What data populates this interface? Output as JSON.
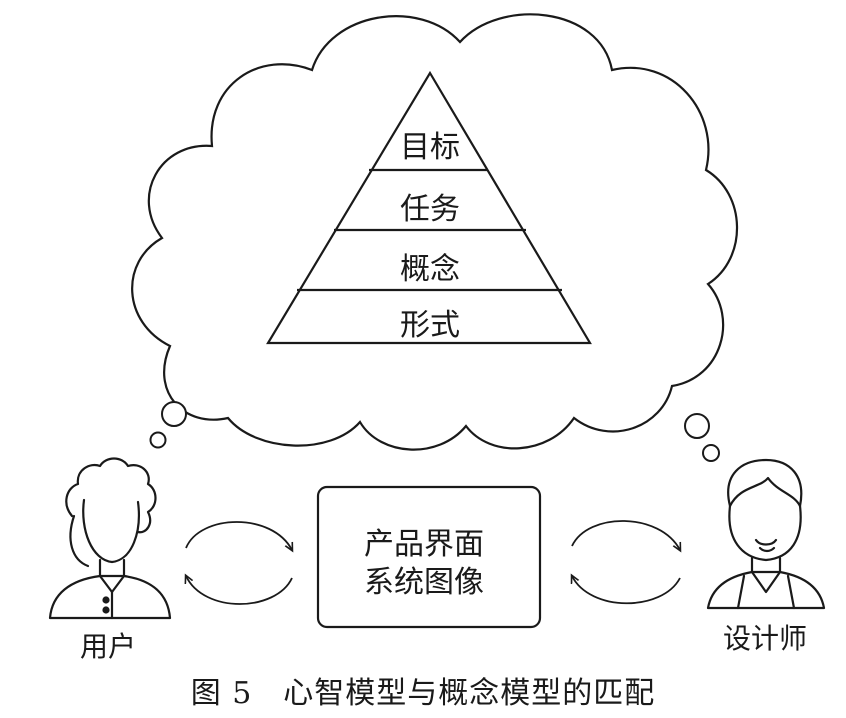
{
  "pyramid": {
    "levels": [
      "目标",
      "任务",
      "概念",
      "形式"
    ]
  },
  "system_image": {
    "line1": "产品界面",
    "line2": "系统图像"
  },
  "user": {
    "label": "用户"
  },
  "designer": {
    "label": "设计师"
  },
  "caption": "图 5　心智模型与概念模型的匹配"
}
